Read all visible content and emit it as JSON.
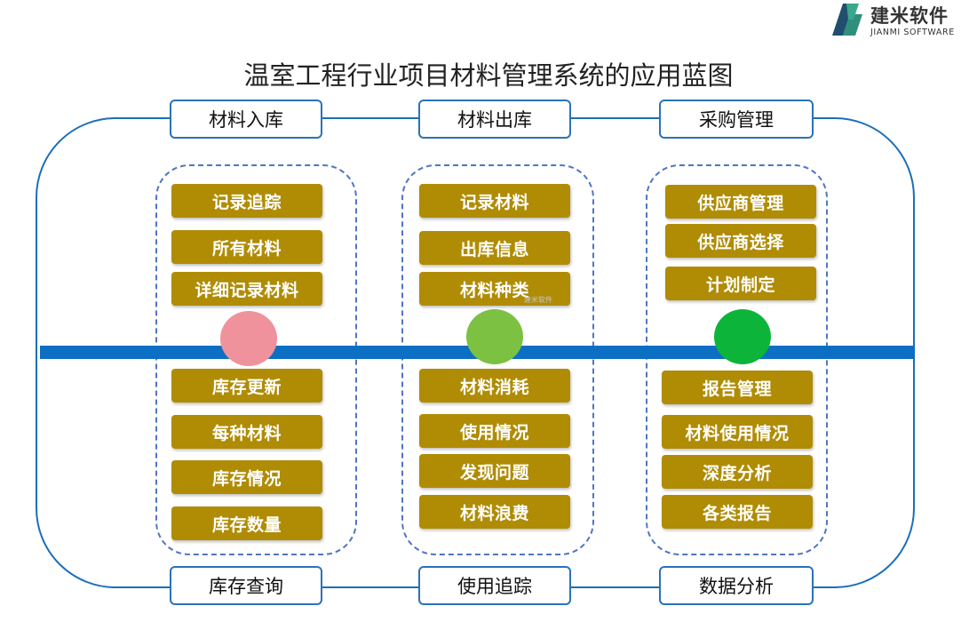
{
  "logo": {
    "name": "建米软件",
    "tagline": "JIANMI SOFTWARE",
    "colors": [
      "#2f8f7a",
      "#1f4e6e"
    ]
  },
  "title": "温室工程行业项目材料管理系统的应用蓝图",
  "watermark": "建米软件",
  "colors": {
    "outline": "#1a6fba",
    "timeline": "#0d6fc3",
    "item_bg": "#b08c05",
    "dashed": "#4f76c4"
  },
  "columns": [
    {
      "top_label": "材料入库",
      "bottom_label": "库存查询",
      "dot_color": "#f0929c",
      "upper_items": [
        "记录追踪",
        "所有材料",
        "详细记录材料"
      ],
      "lower_items": [
        "库存更新",
        "每种材料",
        "库存情况",
        "库存数量"
      ]
    },
    {
      "top_label": "材料出库",
      "bottom_label": "使用追踪",
      "dot_color": "#7cc142",
      "upper_items": [
        "记录材料",
        "出库信息",
        "材料种类"
      ],
      "lower_items": [
        "材料消耗",
        "使用情况",
        "发现问题",
        "材料浪费"
      ]
    },
    {
      "top_label": "采购管理",
      "bottom_label": "数据分析",
      "dot_color": "#0cb53a",
      "upper_items": [
        "供应商管理",
        "供应商选择",
        "计划制定"
      ],
      "lower_items": [
        "报告管理",
        "材料使用情况",
        "深度分析",
        "各类报告"
      ]
    }
  ]
}
